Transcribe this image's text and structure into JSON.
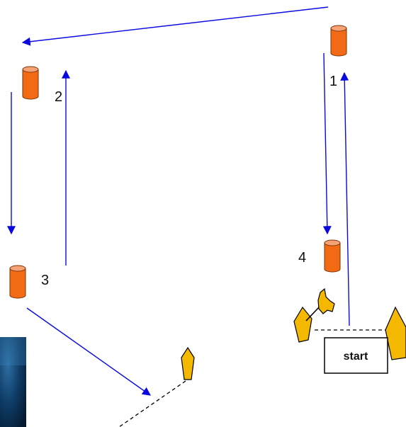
{
  "diagram": {
    "buoys": [
      {
        "id": "buoy-1",
        "label": "1"
      },
      {
        "id": "buoy-2",
        "label": "2"
      },
      {
        "id": "buoy-3",
        "label": "3"
      },
      {
        "id": "buoy-4",
        "label": "4"
      }
    ],
    "start_label": "start",
    "colors": {
      "arrow": "#0a0ae0",
      "buoy_fill": "#f26a13",
      "buoy_top": "#f7a274",
      "boat_fill": "#f5b800",
      "dashed_line": "#000000",
      "corner_image": "#0e3c66"
    }
  }
}
